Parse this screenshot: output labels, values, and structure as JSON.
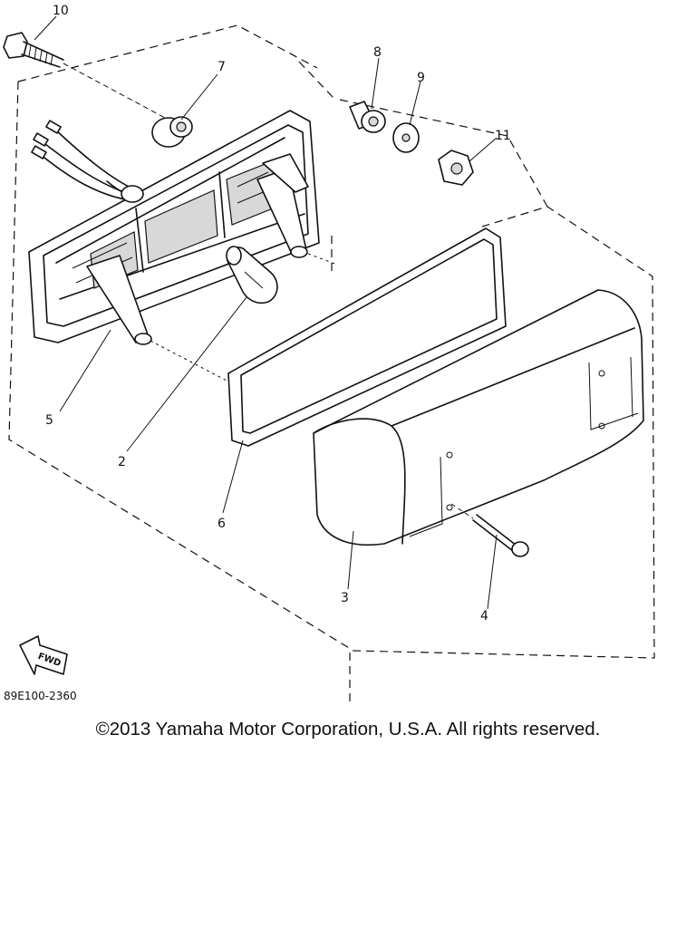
{
  "diagram": {
    "part_numbers": [
      "10",
      "7",
      "8",
      "9",
      "11",
      "5",
      "2",
      "6",
      "3",
      "4"
    ],
    "fwd_label": "FWD",
    "diagram_code": "89E100-2360"
  },
  "footer": {
    "copyright": "©2013 Yamaha Motor Corporation, U.S.A. All rights reserved."
  }
}
